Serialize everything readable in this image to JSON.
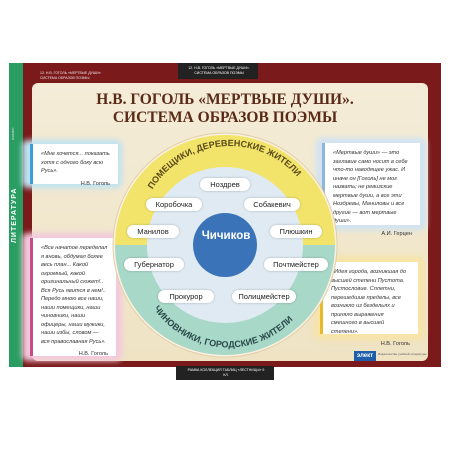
{
  "poster": {
    "side_label": "ЛИТЕРАТУРА",
    "side_sub": "9 КЛАСС",
    "caption_left": "12. Н.В. ГОГОЛЬ «МЕРТВЫЕ ДУШИ». СИСТЕМА ОБРАЗОВ ПОЭМЫ",
    "caption_top": "12. Н.В. ГОГОЛЬ «МЕРТВЫЕ ДУШИ». СИСТЕМА ОБРАЗОВ ПОЭМЫ",
    "caption_bottom": "РАМКА КОЛЛЕКЦИЯ ТАБЛИЦ «ЛЕСТНИЦЫ» 9 КЛ.",
    "title_line1": "Н.В. ГОГОЛЬ «МЕРТВЫЕ ДУШИ».",
    "title_line2": "СИСТЕМА ОБРАЗОВ ПОЭМЫ",
    "logo": "элект",
    "logo_caption": "Издательство учебной литературы"
  },
  "diagram": {
    "upper_arc": "ПОМЕЩИКИ, ДЕРЕВЕНСКИЕ ЖИТЕЛИ",
    "lower_arc": "ЧИНОВНИКИ, ГОРОДСКИЕ ЖИТЕЛИ",
    "center": "Чичиков",
    "landowners": [
      "Ноздрев",
      "Коробочка",
      "Собакевич",
      "Манилов",
      "Плюшкин"
    ],
    "officials": [
      "Губернатор",
      "Почтмейстер",
      "Прокурор",
      "Полицмейстер"
    ]
  },
  "quotes": [
    {
      "text": "«Мне хочется... показать хотя с одного боку всю Русь».",
      "author": "Н.В. Гоголь"
    },
    {
      "text": "«Мертвые души» — это заглавие само носит в себе что-то наводящее ужас. И иначе он [Гоголь] не мог назвать; не ревизские мертвые души, а все эти Ноздревы, Маниловы и все другие — вот мертвые души».",
      "author": "А.И. Герцен"
    },
    {
      "text": "«Все начатое переделал я вновь, обдумал более весь план... Какой огромный, какой оригинальный сюжет!.. Вся Русь явится в нем!.. Передо мною все наши, наши помещики, наши чиновники, наши офицеры, наши мужики, наши избы, словом — вся православная Русь».",
      "author": "Н.В. Гоголь"
    },
    {
      "text": "«Идея города, возникшая до высшей степени Пустота. Пустословие. Сплетни, перешедшие пределы, все возникло из бездельях и приняло выражения смешного в высшей степени».",
      "author": "Н.В. Гоголь"
    }
  ],
  "colors": {
    "frame": "#7a1a1a",
    "strip": "#2a9d62",
    "upper_ring": "#f2e46a",
    "lower_ring": "#a8d8c8",
    "inner": "#dfeaf3",
    "center": "#3a73b8"
  }
}
